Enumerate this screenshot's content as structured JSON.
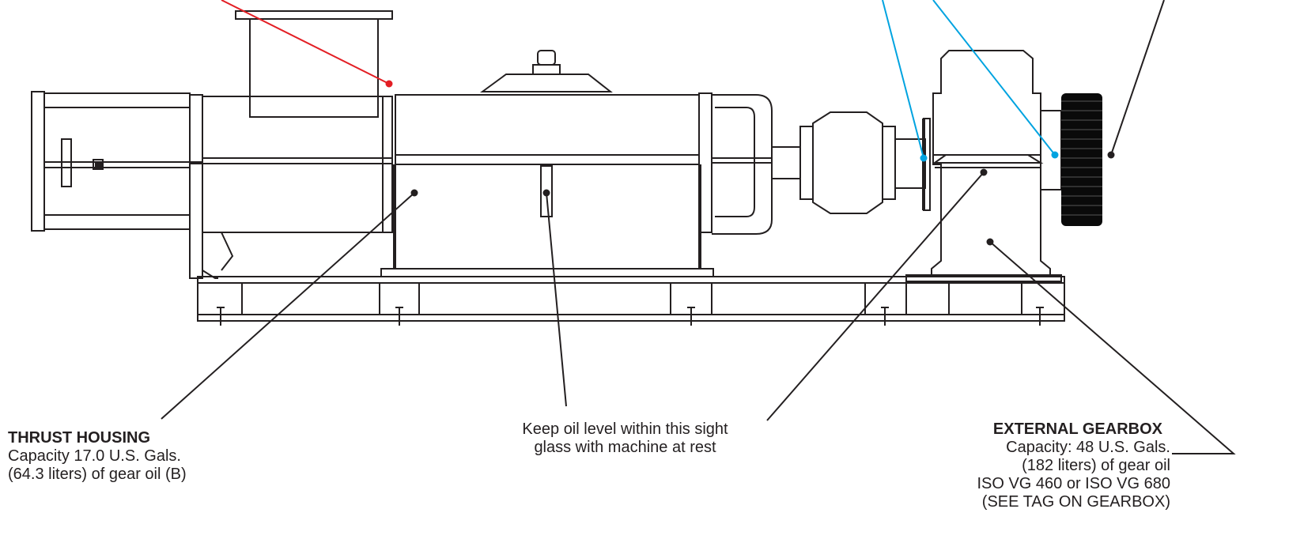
{
  "labels": {
    "thrust_housing": {
      "title": "THRUST HOUSING",
      "line1": "Capacity 17.0 U.S. Gals.",
      "line2": "(64.3 liters) of gear oil (B)"
    },
    "sight_glass": {
      "line1": "Keep oil level within this sight",
      "line2": "glass with machine at rest"
    },
    "external_gearbox": {
      "title": "EXTERNAL GEARBOX",
      "line1": "Capacity: 48 U.S. Gals.",
      "line2": "(182 liters) of gear oil",
      "line3": "ISO VG 460 or ISO VG 680",
      "line4": "(SEE TAG ON GEARBOX)"
    }
  },
  "colors": {
    "outline": "#231f20",
    "leader_black": "#231f20",
    "leader_red": "#e31e24",
    "leader_blue": "#00a3e0",
    "pulley": "#0a0a0a"
  }
}
